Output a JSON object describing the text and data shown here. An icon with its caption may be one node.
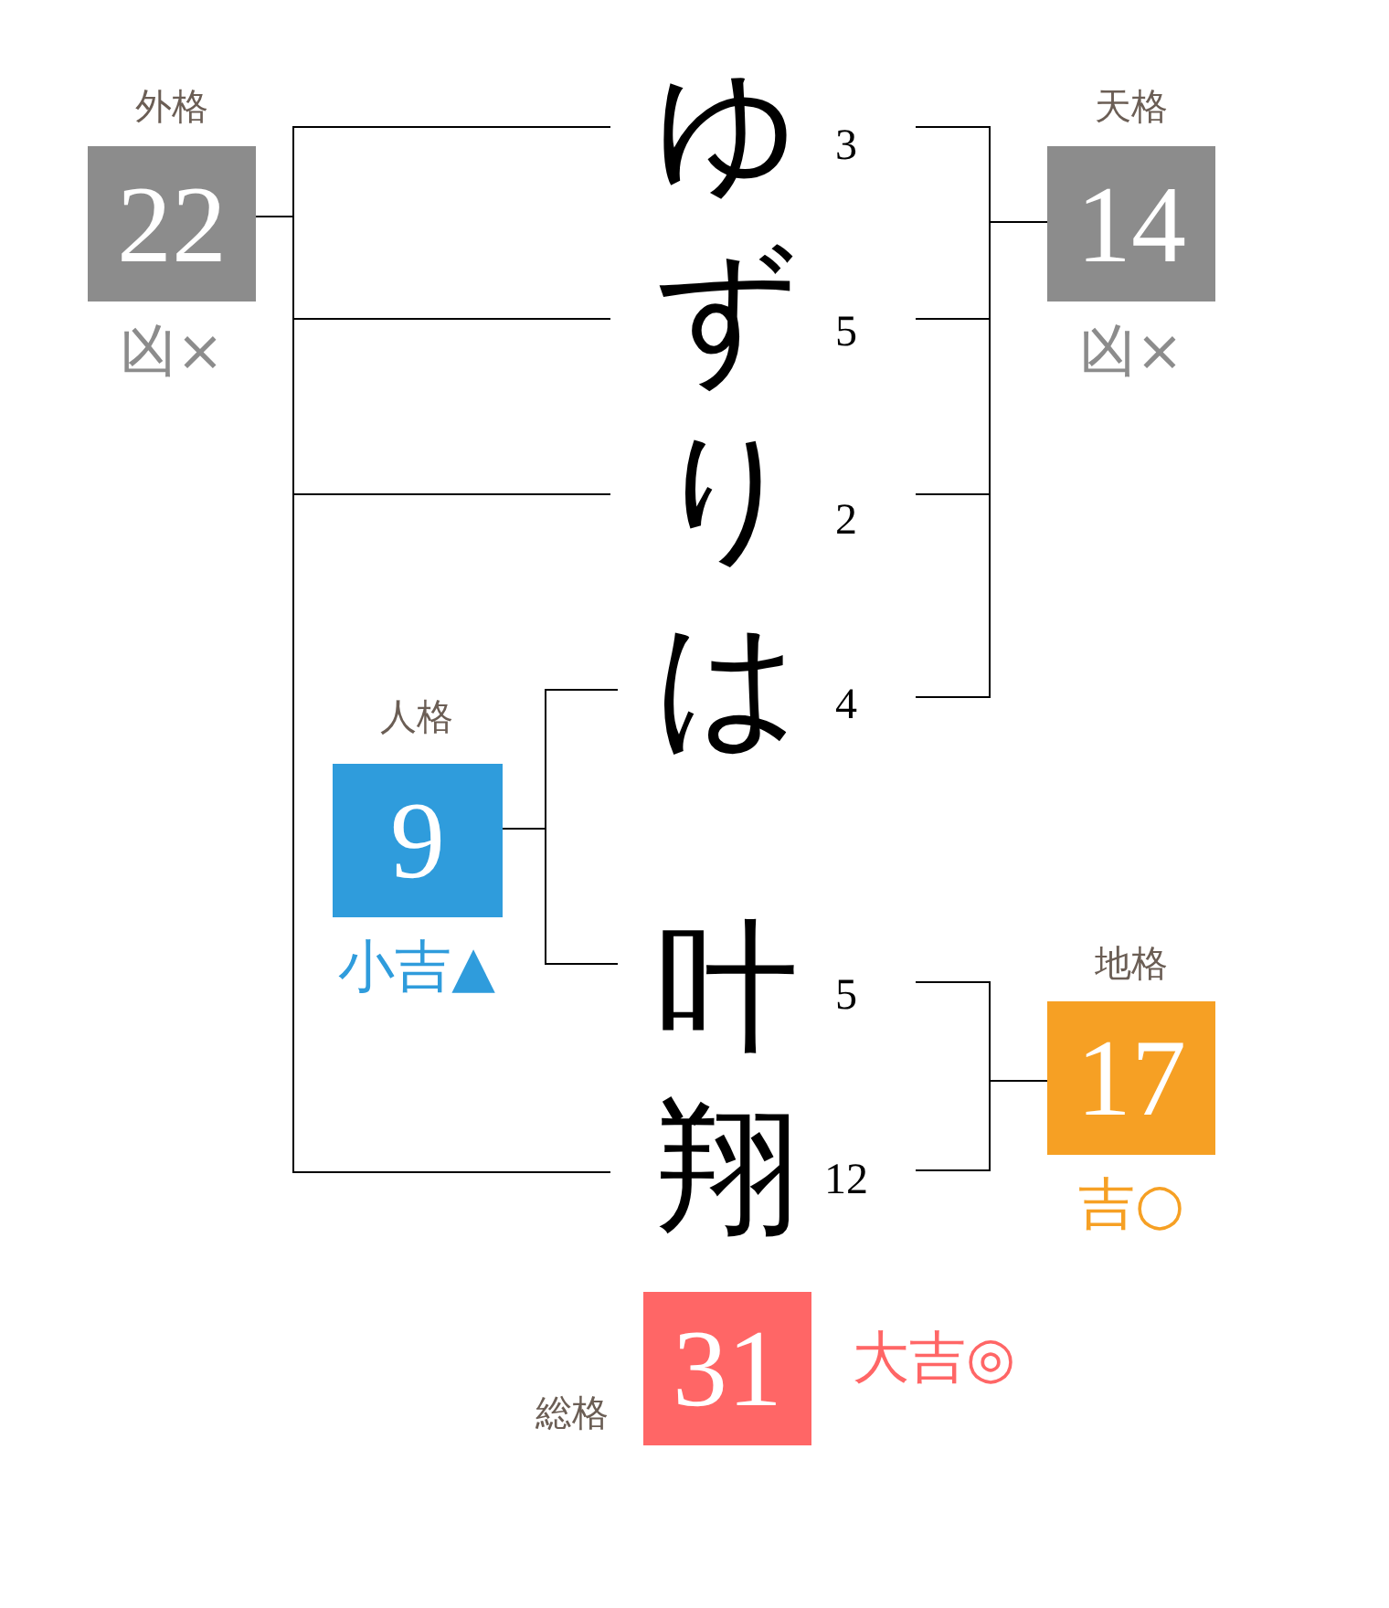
{
  "diagram": {
    "nodes": [
      {
        "text": [
          "外格",
          "22"
        ],
        "beside": [
          "凶×"
        ]
      },
      {
        "text": [
          "ゆ"
        ],
        "beside": [
          "3"
        ]
      },
      {
        "text": [
          "天格",
          "14"
        ],
        "beside": [
          "凶×"
        ]
      },
      {
        "text": [
          "ず"
        ],
        "beside": [
          "5"
        ]
      },
      {
        "text": [
          "り"
        ],
        "beside": [
          "2"
        ]
      },
      {
        "text": [
          "は"
        ],
        "beside": [
          "4"
        ]
      },
      {
        "text": [
          "人格",
          "9"
        ],
        "beside": [
          "小吉▲"
        ]
      },
      {
        "text": [
          "叶"
        ],
        "beside": [
          "5"
        ]
      },
      {
        "text": [
          "地格",
          "17"
        ],
        "beside": [
          "吉○"
        ]
      },
      {
        "text": [
          "翔"
        ],
        "beside": [
          "12"
        ]
      },
      {
        "text": [
          "総格",
          "31"
        ],
        "beside": [
          "大吉◎"
        ]
      }
    ],
    "edges": [
      {
        "from": 0,
        "to": 1,
        "arrow": "none"
      },
      {
        "from": 0,
        "to": 3,
        "arrow": "none"
      },
      {
        "from": 0,
        "to": 4,
        "arrow": "none"
      },
      {
        "from": 0,
        "to": 9,
        "arrow": "none"
      },
      {
        "from": 2,
        "to": 1,
        "arrow": "none"
      },
      {
        "from": 2,
        "to": 3,
        "arrow": "none"
      },
      {
        "from": 2,
        "to": 4,
        "arrow": "none"
      },
      {
        "from": 2,
        "to": 5,
        "arrow": "none"
      },
      {
        "from": 6,
        "to": 5,
        "arrow": "none"
      },
      {
        "from": 6,
        "to": 7,
        "arrow": "none"
      },
      {
        "from": 8,
        "to": 7,
        "arrow": "none"
      },
      {
        "from": 8,
        "to": 9,
        "arrow": "none"
      }
    ]
  }
}
